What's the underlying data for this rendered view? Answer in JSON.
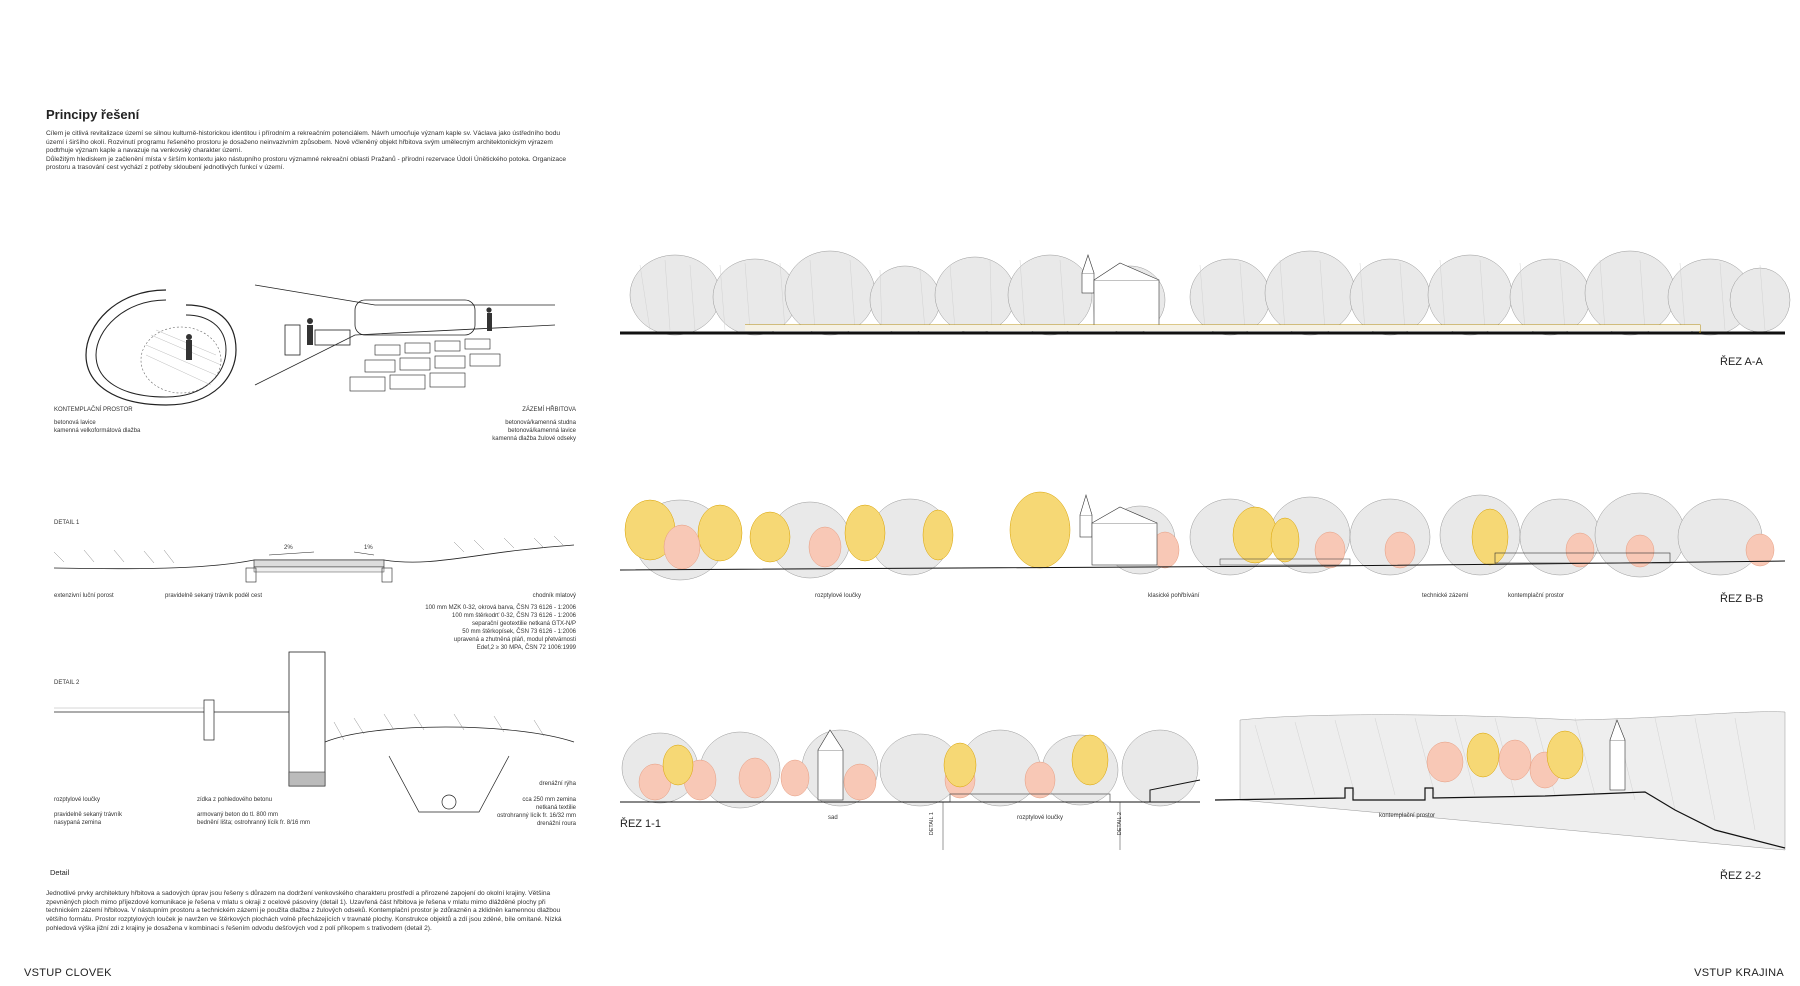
{
  "heading": "Principy řešení",
  "intro": {
    "p1": "Cílem je citlivá revitalizace území se silnou kulturně-historickou identitou i přírodním a rekreačním potenciálem. Návrh umocňuje význam kaple sv. Václava jako ústředního bodu území i širšího okolí. Rozvinutí programu řešeného prostoru je dosaženo neinvazivním způsobem. Nově včleněný objekt hřbitova svým umělecným architektonickým výrazem podtrhuje význam kaple a navazuje na venkovský charakter území.",
    "p2": "Důležitým hlediskem je začlenění místa v širším kontextu jako nástupního prostoru významné rekreační oblasti Pražanů - přírodní rezervace Údolí Únětického potoka. Organizace prostoru a trasování cest vychází z potřeby skloubení jednotlivých funkcí v území."
  },
  "sketches": {
    "left_title": "KONTEMPLAČNÍ PROSTOR",
    "left_line1": "betonová lavice",
    "left_line2": "kamenná velkoformátová dlažba",
    "right_title": "ZÁZEMÍ HŘBITOVA",
    "right_line1": "betonová/kamenná studna",
    "right_line2": "betonová/kamenná lavice",
    "right_line3": "kamenná dlažba žulové odseky"
  },
  "detail1": {
    "title": "DETAIL 1",
    "slope_left": "2%",
    "slope_right": "1%",
    "label_a": "extenzivní luční porost",
    "label_b": "pravidelně sekaný trávník podél cest",
    "label_c": "chodník mlatový",
    "spec1": "100 mm MZK 0-32, okrová barva, ČSN 73 6126 - 1:2006",
    "spec2": "100 mm štěrkodrť 0-32, ČSN 73 6126 - 1:2006",
    "spec3": "separační geotextilie netkaná GTX-N/P",
    "spec4": "50 mm štěrkopísek, ČSN 73 6126 - 1:2006",
    "spec5": "upravená a zhutněná pláň, modul přetvárnosti",
    "spec6": "Edef,2 ≥ 30 MPA, ČSN 72 1006:1999"
  },
  "detail2": {
    "title": "DETAIL 2",
    "label_a": "rozptylové loučky",
    "label_a2": "pravidelně sekaný trávník",
    "label_a3": "nasypaná zemina",
    "label_b": "zídka z pohledového betonu",
    "label_b2": "armovaný beton do tl. 800 mm",
    "label_b3": "bednění lišta; ostrohranný lícík fr. 8/16 mm",
    "label_c": "drenážní rýha",
    "label_c2": "cca 250 mm zemina",
    "label_c3": "netkaná textilie",
    "label_c4": "ostrohranný lícík fr. 16/32 mm",
    "label_c5": "drenážní roura"
  },
  "detail_section": {
    "title": "Detail",
    "body": "Jednotlivé prvky architektury hřbitova a sadových úprav jsou řešeny s důrazem na dodržení venkovského charakteru prostředí a přirozené zapojení do okolní krajiny. Většina zpevněných ploch mimo příjezdové komunikace je řešena v mlatu s okraji z ocelové pásoviny (detail 1). Uzavřená část hřbitova je řešena v mlatu mimo dlážděné plochy při technickém zázemí hřbitova. V nástupním prostoru a technickém zázemí je použita dlažba z žulových odseků. Kontemplační prostor je zdůrazněn a zklidněn kamennou dlažbou většího formátu. Prostor rozptylových louček je navržen ve štěrkových plochách volně přecházejících v travnaté plochy. Konstrukce objektů a zdí jsou zděné, bíle omítané. Nízká pohledová výška jižní zdi z krajiny je dosažena v kombinaci s řešením odvodu dešťových vod z polí příkopem s trativodem (detail 2)."
  },
  "sections": {
    "aa": "ŘEZ A-A",
    "bb": "ŘEZ B-B",
    "s11": "ŘEZ 1-1",
    "s22": "ŘEZ 2-2",
    "bb_l1": "rozptylové loučky",
    "bb_l2": "klasické pohřbívání",
    "bb_l3": "technické zázemí",
    "bb_l4": "kontemplační prostor",
    "s11_l1": "sad",
    "s11_l2": "rozptylové loučky",
    "s11_d1": "DETAIL 1",
    "s11_d2": "DETAIL 2",
    "s22_l1": "kontemplační prostor"
  },
  "footer": {
    "left": "VSTUP CLOVEK",
    "right": "VSTUP KRAJINA"
  }
}
